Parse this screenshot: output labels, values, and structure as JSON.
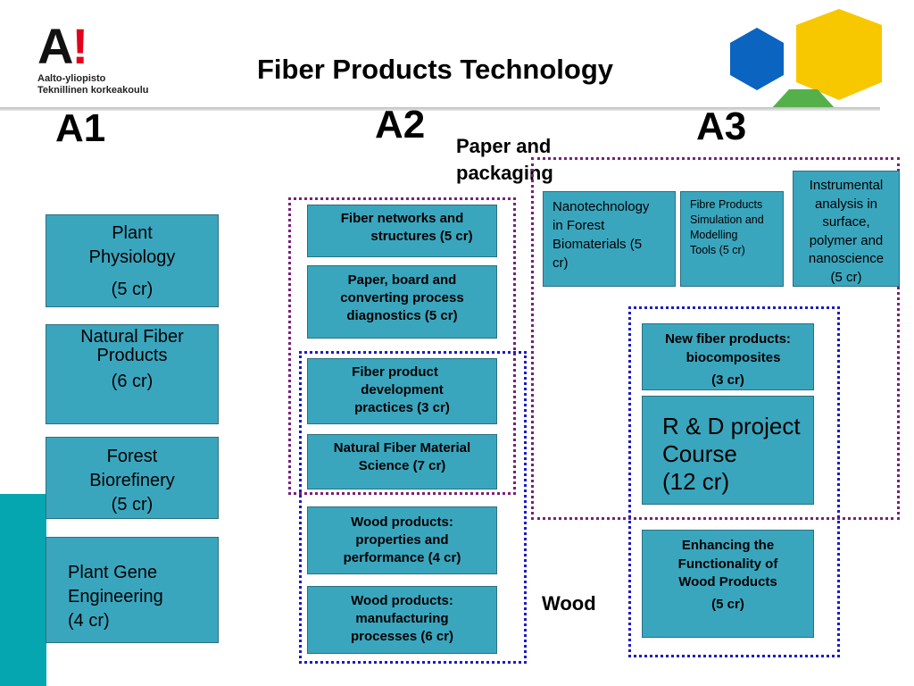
{
  "logo": {
    "mark": "A",
    "excl": "!",
    "line1": "Aalto-yliopisto",
    "line2": "Teknillinen korkeakoulu"
  },
  "title": "Fiber Products Technology",
  "columns": {
    "a1": "A1",
    "a2": "A2",
    "a3": "A3"
  },
  "groups": {
    "paper": [
      "Paper and",
      "packaging"
    ],
    "wood": "Wood"
  },
  "a1_boxes": [
    {
      "lines": [
        "Plant",
        "Physiology",
        "(5 cr)"
      ]
    },
    {
      "lines": [
        "Natural Fiber",
        "Products",
        "(6 cr)"
      ]
    },
    {
      "lines": [
        "Forest",
        "Biorefinery",
        "(5 cr)"
      ]
    },
    {
      "lines": [
        "Plant Gene",
        "Engineering",
        "(4 cr)"
      ]
    }
  ],
  "a2_boxes": [
    {
      "lines": [
        "Fiber networks and",
        "structures (5 cr)"
      ]
    },
    {
      "lines": [
        "Paper, board and",
        "converting process",
        "diagnostics (5 cr)"
      ]
    },
    {
      "lines": [
        "Fiber product",
        "development",
        "practices (3 cr)"
      ]
    },
    {
      "lines": [
        "Natural Fiber Material",
        "Science (7 cr)"
      ]
    },
    {
      "lines": [
        "Wood products:",
        "properties and",
        "performance (4 cr)"
      ]
    },
    {
      "lines": [
        "Wood products:",
        "manufacturing",
        "processes (6 cr)"
      ]
    }
  ],
  "a3_boxes": [
    {
      "lines": [
        "Nanotechnology",
        "in Forest",
        "Biomaterials (5",
        "cr)"
      ]
    },
    {
      "lines": [
        "Fibre Products",
        "Simulation and",
        "Modelling",
        "Tools (5 cr)"
      ]
    },
    {
      "lines": [
        "Instrumental",
        "analysis in",
        "surface,",
        "polymer and",
        "nanoscience",
        "(5 cr)"
      ]
    },
    {
      "lines": [
        "New fiber products:",
        "biocomposites",
        "(3 cr)"
      ]
    },
    {
      "lines": [
        "R & D project",
        "Course",
        "(12 cr)"
      ]
    },
    {
      "lines": [
        "Enhancing the",
        "Functionality of",
        "Wood Products",
        "(5 cr)"
      ]
    }
  ],
  "colors": {
    "box": "#3aa6be",
    "paper_border": "#7a1f7a",
    "wood_border": "#1a1acc",
    "hex_blue": "#0a64c0",
    "hex_yellow": "#f7c800",
    "hex_green": "#55b04a",
    "band": "#05a6b0"
  }
}
